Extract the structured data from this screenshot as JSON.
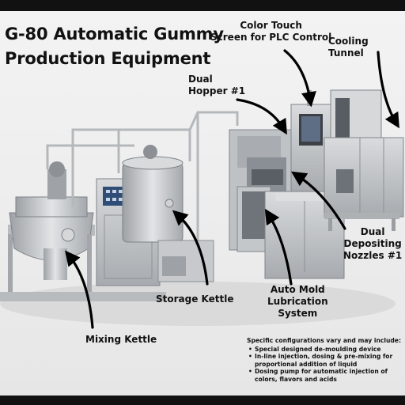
{
  "title": "G-80 Automatic Gummy\nProduction Equipment",
  "labels": {
    "color_touch": "Color Touch\nScreen for PLC Control",
    "cooling_tunnel": "Cooling Tunnel",
    "dual_hopper": "Dual\nHopper #1",
    "dual_nozzles": "Dual\nDepositing\nNozzles #1",
    "auto_mold": "Auto Mold\nLubrication\nSystem",
    "storage_kettle": "Storage Kettle",
    "mixing_kettle": "Mixing Kettle"
  },
  "notes": {
    "intro": "Specific configurations vary and may include:",
    "items": [
      "Special designed de-moulding device",
      "In-line injection, dosing & pre-mixing for proportional addition of liquid",
      "Dosing pump for automatic injection of colors, flavors and acids"
    ]
  },
  "colors": {
    "steel": "#c9cccf",
    "steel_dark": "#8e9296",
    "panel_blue": "#2f4d77",
    "arrow": "#000000"
  }
}
